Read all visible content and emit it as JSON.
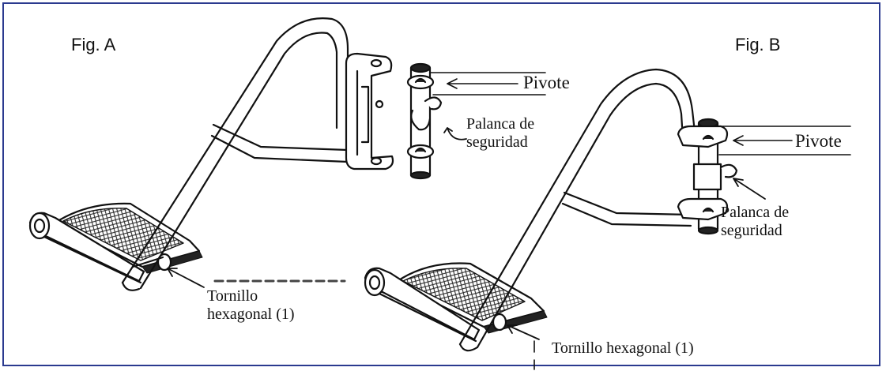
{
  "figures": {
    "a": {
      "label": "Fig. A",
      "pivot_label": "Pivote",
      "lever_label": [
        "Palanca de",
        "seguridad"
      ],
      "bolt_label": [
        "Tornillo",
        "hexagonal (1)"
      ]
    },
    "b": {
      "label": "Fig. B",
      "pivot_label": "Pivote",
      "lever_label": [
        "Palanca de",
        "seguridad"
      ],
      "bolt_label": "Tornillo hexagonal (1)"
    }
  },
  "colors": {
    "border": "#2b3a8f",
    "ink": "#111111"
  }
}
